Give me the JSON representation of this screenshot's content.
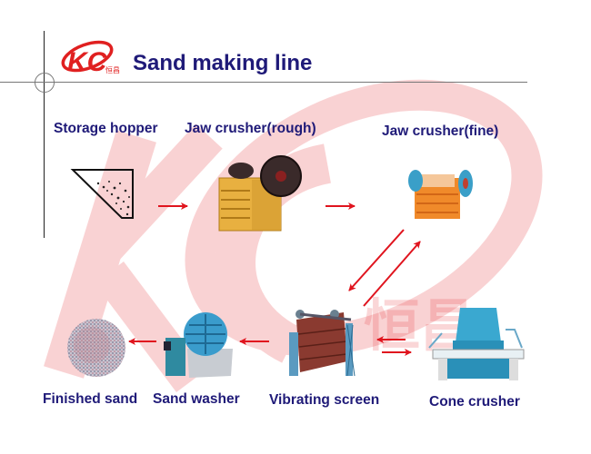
{
  "header": {
    "title": "Sand making line",
    "logo_text": "KC",
    "logo_chinese": "恒昌"
  },
  "watermark": {
    "chinese_text": "恒昌"
  },
  "colors": {
    "title": "#1f1a78",
    "arrow": "#e0141e",
    "logo_red": "#e02020",
    "watermark": "#f7d2d2"
  },
  "stages": [
    {
      "id": "storage-hopper",
      "label": "Storage hopper"
    },
    {
      "id": "jaw-crusher-rough",
      "label": "Jaw crusher(rough)"
    },
    {
      "id": "jaw-crusher-fine",
      "label": "Jaw crusher(fine)"
    },
    {
      "id": "cone-crusher",
      "label": "Cone crusher"
    },
    {
      "id": "vibrating-screen",
      "label": "Vibrating screen"
    },
    {
      "id": "sand-washer",
      "label": "Sand washer"
    },
    {
      "id": "finished-sand",
      "label": "Finished sand"
    }
  ]
}
